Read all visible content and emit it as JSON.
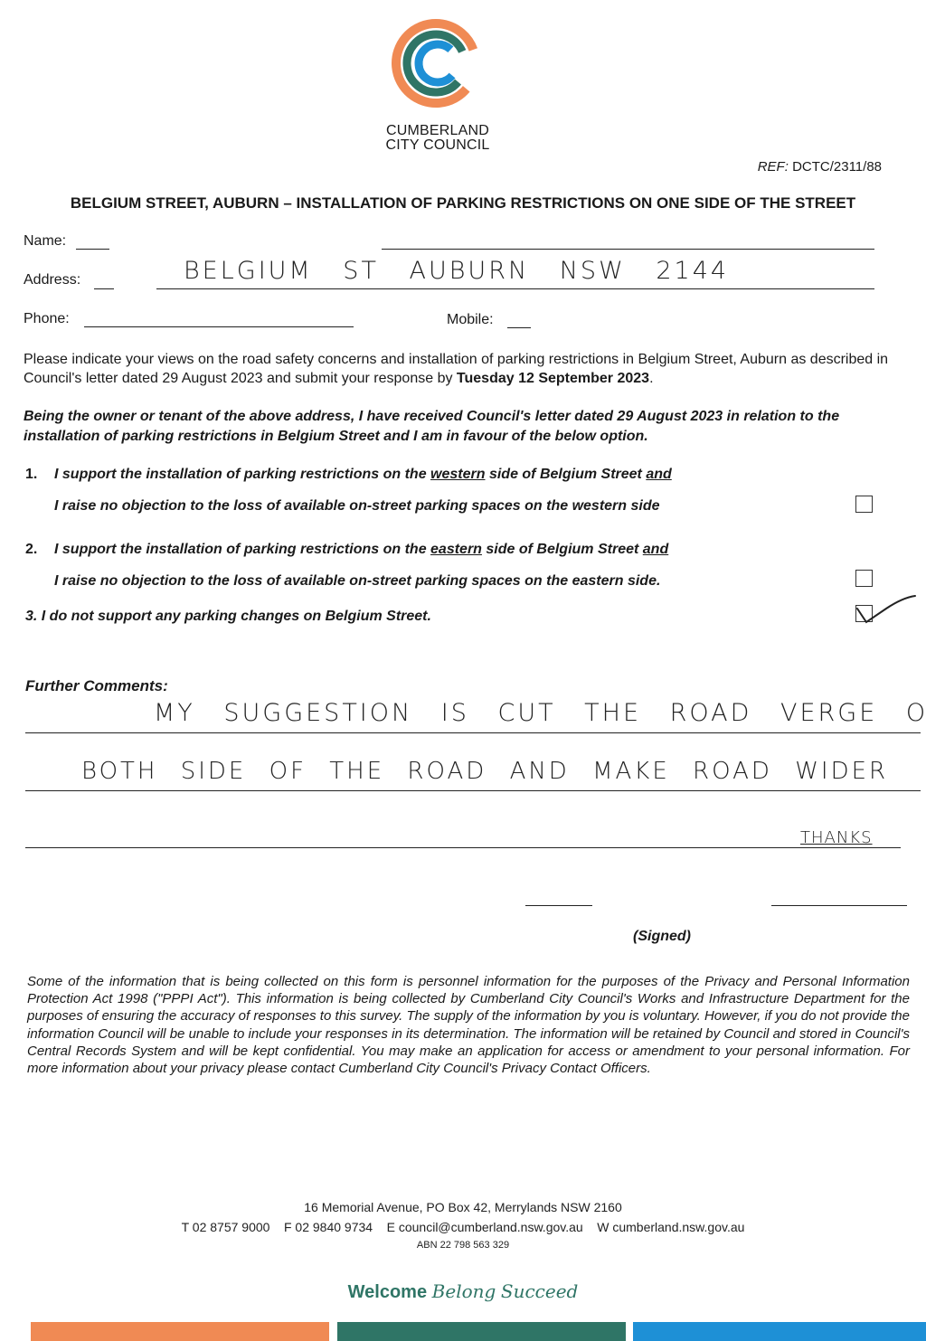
{
  "org": {
    "line1": "CUMBERLAND",
    "line2": "CITY COUNCIL"
  },
  "ref": {
    "label": "REF:",
    "value": "DCTC/2311/88"
  },
  "title": "BELGIUM STREET, AUBURN – INSTALLATION OF PARKING RESTRICTIONS ON ONE SIDE OF THE STREET",
  "fields": {
    "name_label": "Name:",
    "name_value": "",
    "address_label": "Address:",
    "address_value": "BELGIUM ST AUBURN NSW 2144",
    "phone_label": "Phone:",
    "phone_value": "",
    "mobile_label": "Mobile:",
    "mobile_value": ""
  },
  "intro": {
    "text": "Please indicate your views on the road safety concerns and installation of parking restrictions in Belgium Street, Auburn as described in Council's letter dated 29 August 2023 and submit your response by ",
    "deadline": "Tuesday 12 September 2023",
    "end": "."
  },
  "declaration": "Being the owner or tenant of the above address, I have received Council's letter dated 29 August 2023 in relation to the installation of parking restrictions in Belgium Street and I am in favour of the below option.",
  "options": [
    {
      "number": "1.",
      "line1_pre": "I support the installation of parking restrictions on the ",
      "line1_side": "western",
      "line1_mid": " side of Belgium Street ",
      "line1_and": "and",
      "line2": "I raise no objection to the loss of available on-street parking spaces on the western side",
      "checked": false
    },
    {
      "number": "2.",
      "line1_pre": "I support the installation of parking restrictions on the ",
      "line1_side": "eastern",
      "line1_mid": " side of Belgium Street ",
      "line1_and": "and",
      "line2": "I raise no objection to the loss of available on-street parking spaces on the eastern side.",
      "checked": false
    },
    {
      "text": "3. I do not support any parking changes on Belgium Street.",
      "checked": true
    }
  ],
  "comments": {
    "label": "Further Comments:",
    "line1": "MY SUGGESTION IS CUT THE ROAD VERGE ON",
    "line2": "BOTH SIDE OF THE ROAD AND MAKE ROAD WIDER",
    "line3": "THANKS"
  },
  "signed_label": "(Signed)",
  "privacy": "Some of the information that is being collected on this form is personnel information for the purposes of the Privacy and Personal Information Protection Act 1998 (\"PPPI Act\"). This information is being collected by Cumberland City Council's Works and Infrastructure Department for the purposes of ensuring the accuracy of responses to this survey. The supply of the information by you is voluntary. However, if you do not provide the information Council will be unable to include your responses in its determination. The information will be retained by Council and stored in Council's Central Records System and will be kept confidential. You may make an application for access or amendment to your personal information. For more information about your privacy please contact Cumberland City Council's Privacy Contact Officers.",
  "footer": {
    "address": "16 Memorial Avenue, PO Box 42, Merrylands NSW 2160",
    "contact": "T 02 8757 9000    F 02 9840 9734    E council@cumberland.nsw.gov.au    W cumberland.nsw.gov.au",
    "abn": "ABN 22 798 563 329"
  },
  "slogan": {
    "welcome": "Welcome",
    "belong": "Belong",
    "succeed": "Succeed"
  },
  "colors": {
    "orange": "#f08a54",
    "teal": "#2f7566",
    "blue": "#1e90d6"
  }
}
